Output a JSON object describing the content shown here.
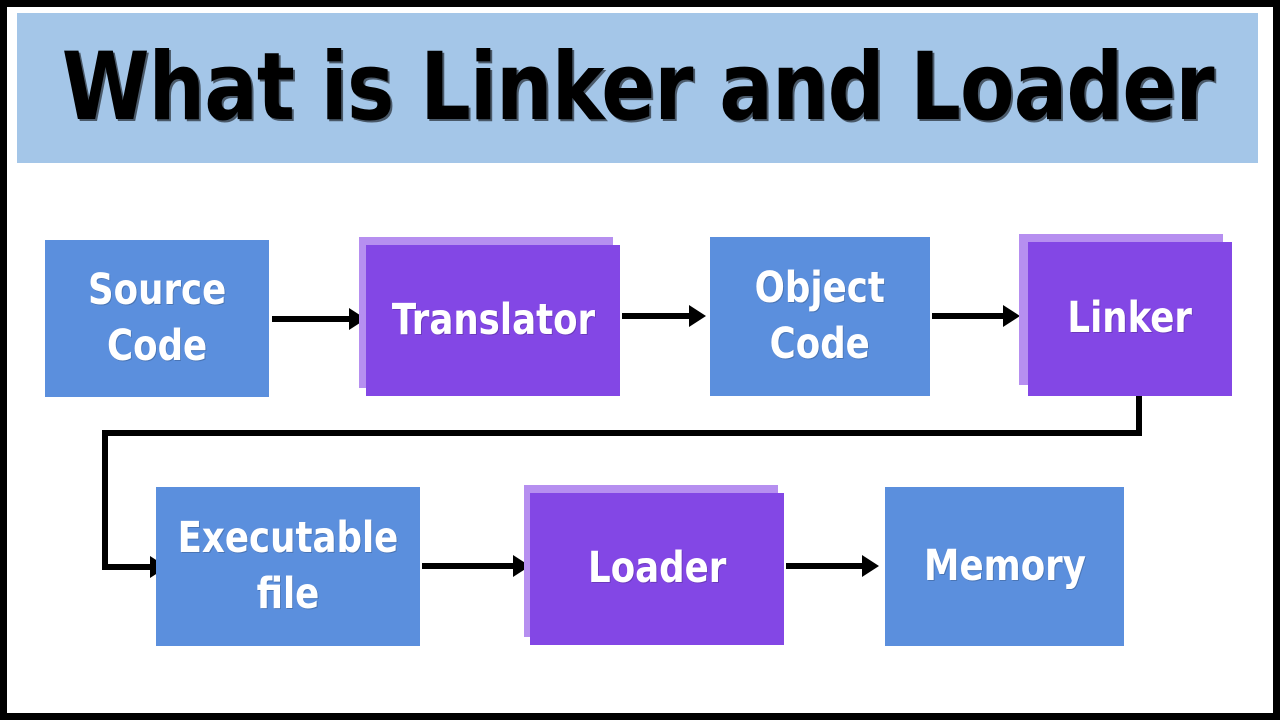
{
  "page": {
    "title": "What is Linker and Loader",
    "background_color": "#ffffff",
    "frame_color": "#000000"
  },
  "banner": {
    "title": "What is Linker and Loader",
    "background_color": "#a4c6e8",
    "text_color": "#000000"
  },
  "palette": {
    "blue": "#5b8fdd",
    "purple": "#8347e5",
    "purple_shadow": "#b68ff0",
    "banner_blue": "#a4c6e8",
    "arrow": "#000000",
    "label_text": "#ffffff"
  },
  "diagram": {
    "type": "flowchart",
    "nodes": [
      {
        "id": "source-code",
        "label": "Source\nCode",
        "color": "blue",
        "row": 1,
        "order": 1,
        "shadow": false
      },
      {
        "id": "translator",
        "label": "Translator",
        "color": "purple",
        "row": 1,
        "order": 2,
        "shadow": true
      },
      {
        "id": "object-code",
        "label": "Object\nCode",
        "color": "blue",
        "row": 1,
        "order": 3,
        "shadow": false
      },
      {
        "id": "linker",
        "label": "Linker",
        "color": "purple",
        "row": 1,
        "order": 4,
        "shadow": true
      },
      {
        "id": "executable-file",
        "label": "Executable\nfile",
        "color": "blue",
        "row": 2,
        "order": 1,
        "shadow": false
      },
      {
        "id": "loader",
        "label": "Loader",
        "color": "purple",
        "row": 2,
        "order": 2,
        "shadow": true
      },
      {
        "id": "memory",
        "label": "Memory",
        "color": "blue",
        "row": 2,
        "order": 3,
        "shadow": false
      }
    ],
    "edges": [
      {
        "from": "source-code",
        "to": "translator",
        "style": "straight-arrow"
      },
      {
        "from": "translator",
        "to": "object-code",
        "style": "straight-arrow"
      },
      {
        "from": "object-code",
        "to": "linker",
        "style": "straight-arrow"
      },
      {
        "from": "linker",
        "to": "executable-file",
        "style": "elbow-arrow"
      },
      {
        "from": "executable-file",
        "to": "loader",
        "style": "straight-arrow"
      },
      {
        "from": "loader",
        "to": "memory",
        "style": "straight-arrow"
      }
    ]
  }
}
